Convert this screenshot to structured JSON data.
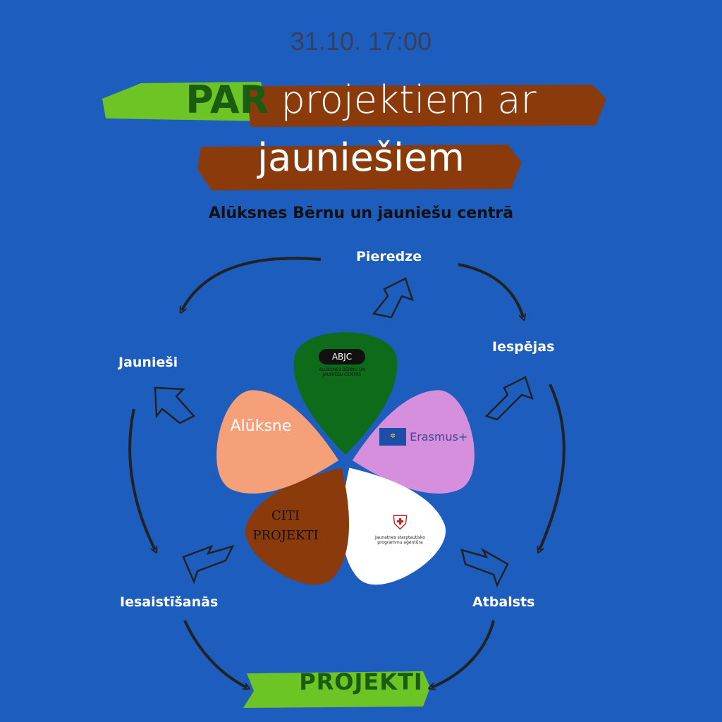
{
  "date": "31.10. 17:00",
  "title": {
    "word1": "PAR",
    "line1_rest": "projektiem ar",
    "line2": "jauniešiem"
  },
  "subtitle": "Alūksnes Bērnu un jauniešu centrā",
  "cycle": {
    "top": "Pieredze",
    "right_top": "Iespējas",
    "right_bottom": "Atbalsts",
    "left_top": "Jaunieši",
    "left_bottom": "Iesaistīšanās",
    "bottom": "PROJEKTI"
  },
  "petals": {
    "green": {
      "logo": "ABJC",
      "caption": "ALŪKSNES BĒRNU UN JAUNIEŠU CENTRS",
      "color": "#0d6b1a"
    },
    "peach": {
      "logo": "Alūksne",
      "color": "#f6a07a"
    },
    "lilac": {
      "logo": "Erasmus+",
      "color": "#d58fdc"
    },
    "brown": {
      "line1": "CITI",
      "line2": "PROJEKTI",
      "color": "#8b3a0b"
    },
    "white": {
      "caption": "Jaunatnes starptautisko programmu aģentūra",
      "color": "#ffffff"
    }
  },
  "colors": {
    "background": "#1d5dbe",
    "brush_green": "#6cc524",
    "brush_brown": "#8b3a0b"
  }
}
